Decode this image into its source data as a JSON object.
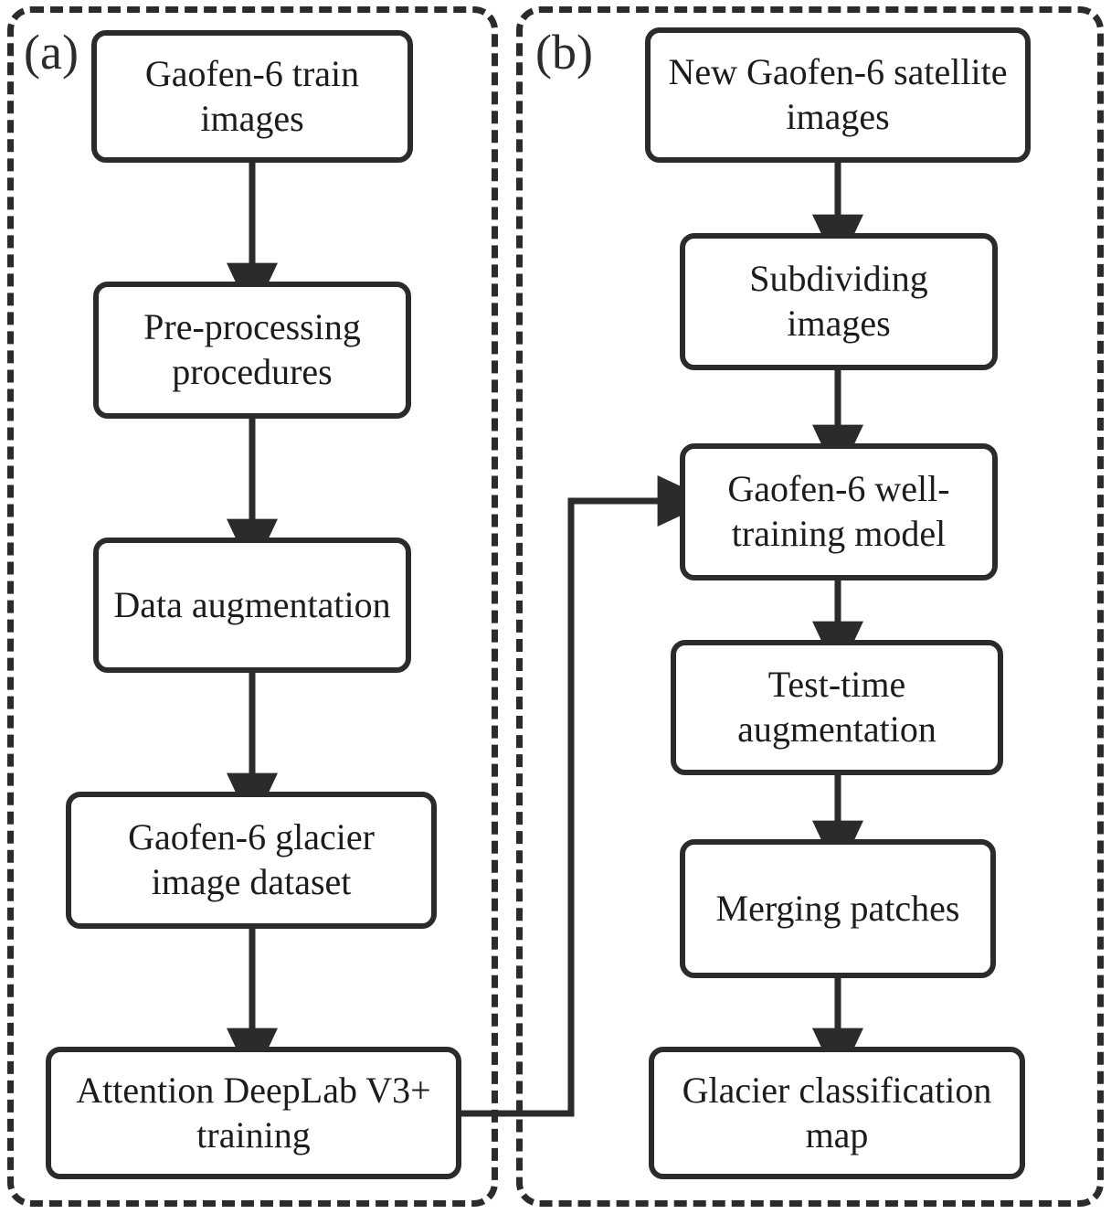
{
  "figure": {
    "type": "flowchart",
    "panels": [
      {
        "id": "a",
        "label": "(a)",
        "name": "training-workflow",
        "nodes": [
          {
            "id": "a1",
            "text": "Gaofen-6 train images"
          },
          {
            "id": "a2",
            "text": "Pre-processing procedures"
          },
          {
            "id": "a3",
            "text": "Data augmentation"
          },
          {
            "id": "a4",
            "text": "Gaofen-6 glacier image dataset"
          },
          {
            "id": "a5",
            "text": "Attention DeepLab V3+ training"
          }
        ],
        "edges": [
          {
            "from": "a1",
            "to": "a2",
            "kind": "arrow-down"
          },
          {
            "from": "a2",
            "to": "a3",
            "kind": "arrow-down"
          },
          {
            "from": "a3",
            "to": "a4",
            "kind": "arrow-down"
          },
          {
            "from": "a4",
            "to": "a5",
            "kind": "arrow-down"
          }
        ]
      },
      {
        "id": "b",
        "label": "(b)",
        "name": "inference-workflow",
        "nodes": [
          {
            "id": "b1",
            "text": "New Gaofen-6 satellite images"
          },
          {
            "id": "b2",
            "text": "Subdividing images"
          },
          {
            "id": "b3",
            "text": "Gaofen-6 well-training model"
          },
          {
            "id": "b4",
            "text": "Test-time augmentation"
          },
          {
            "id": "b5",
            "text": "Merging patches"
          },
          {
            "id": "b6",
            "text": "Glacier classification map"
          }
        ],
        "edges": [
          {
            "from": "b1",
            "to": "b2",
            "kind": "arrow-down"
          },
          {
            "from": "b2",
            "to": "b3",
            "kind": "arrow-down"
          },
          {
            "from": "b3",
            "to": "b4",
            "kind": "arrow-down"
          },
          {
            "from": "b4",
            "to": "b5",
            "kind": "arrow-down"
          },
          {
            "from": "b5",
            "to": "b6",
            "kind": "arrow-down"
          }
        ]
      }
    ],
    "cross_panel_edges": [
      {
        "from": "a5",
        "to": "b3",
        "kind": "elbow-arrow-right"
      }
    ],
    "colors": {
      "stroke": "#2b2b2b",
      "text": "#1c1c1c",
      "background": "#ffffff"
    }
  }
}
